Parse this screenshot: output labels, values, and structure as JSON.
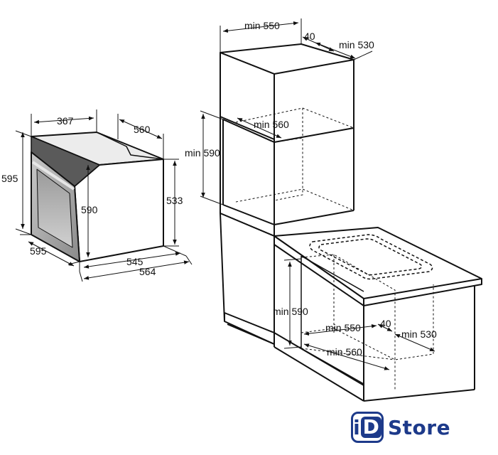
{
  "oven": {
    "top_width_label": "367",
    "top_depth_label": "560",
    "height_label": "595",
    "width_label": "595",
    "front_height_label": "590",
    "side_height_label": "533",
    "depth_label": "545",
    "total_depth_label": "564"
  },
  "tall_cabinet": {
    "width_label": "min 550",
    "gap_label": "40",
    "depth_label": "min 530",
    "niche_depth_label": "min 560",
    "niche_height_label": "min 590"
  },
  "base_cabinet": {
    "niche_height_label": "min 590",
    "width_label": "min 550",
    "gap_label": "40",
    "depth_label": "min 530",
    "niche_depth_label": "min 560"
  },
  "logo": {
    "badge_i": "i",
    "badge_d": "D",
    "word": "Store",
    "brand_color": "#1d3a8a"
  }
}
